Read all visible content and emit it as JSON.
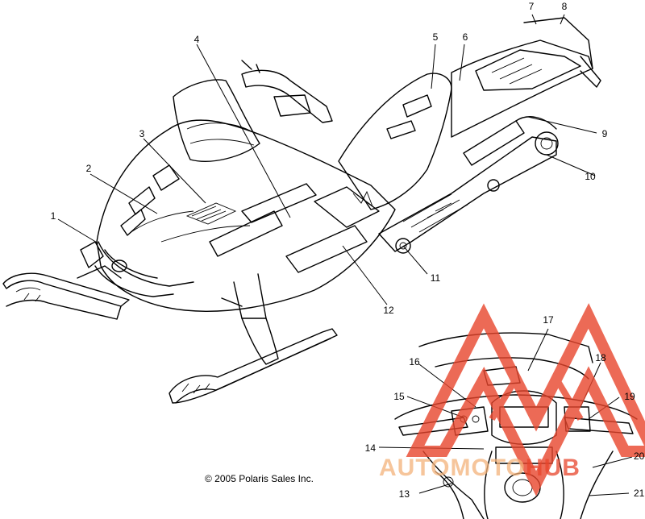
{
  "callouts": [
    "1",
    "2",
    "3",
    "4",
    "5",
    "6",
    "7",
    "8",
    "9",
    "10",
    "11",
    "12",
    "13",
    "14",
    "15",
    "16",
    "17",
    "18",
    "19",
    "20",
    "21"
  ],
  "copyright": "© 2005 Polaris Sales Inc.",
  "watermark": {
    "part1": "AUTOMOTO",
    "part2": "HUB",
    "colors": {
      "mountain": "#e8452c",
      "text": "#f3b27a"
    }
  }
}
